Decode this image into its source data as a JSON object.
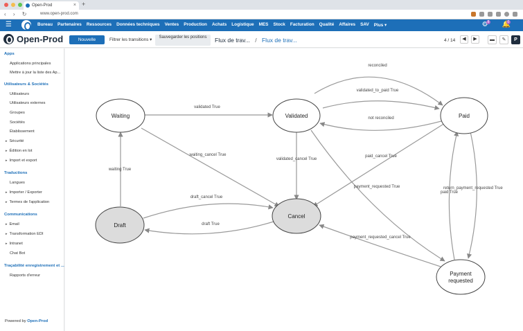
{
  "browser": {
    "tab_title": "Open-Prod",
    "url": "www.open-prod.com",
    "new_tab_glyph": "+",
    "close_glyph": "×"
  },
  "menu": {
    "items": [
      "Bureau",
      "Partenaires",
      "Ressources",
      "Données techniques",
      "Ventes",
      "Production",
      "Achats",
      "Logistique",
      "MES",
      "Stock",
      "Facturation",
      "Qualité",
      "Affaires",
      "SAV",
      "Plus ▾"
    ],
    "settings_badge": "8",
    "notifications_badge": "0"
  },
  "header": {
    "logo": "Open-Prod",
    "new_button": "Nouvelle",
    "filter_label": "Filtrer les transitions ▾",
    "save_positions": "Sauvegarder les positions",
    "breadcrumb_parent": "Flux de trav...",
    "breadcrumb_separator": "/",
    "breadcrumb_current": "Flux de trav...",
    "pager": "4 / 14"
  },
  "sidebar": {
    "sections": [
      {
        "title": "Apps",
        "items": [
          {
            "label": "Applications principales",
            "caret": false
          },
          {
            "label": "Mettre à jour la liste des Ap...",
            "caret": false
          }
        ]
      },
      {
        "title": "Utilisateurs & Sociétés",
        "items": [
          {
            "label": "Utilisateurs",
            "caret": false
          },
          {
            "label": "Utilisateurs externes",
            "caret": false
          },
          {
            "label": "Groupes",
            "caret": false
          },
          {
            "label": "Sociétés",
            "caret": false
          },
          {
            "label": "Établissement",
            "caret": false
          },
          {
            "label": "Sécurité",
            "caret": true
          },
          {
            "label": "Édition en lot",
            "caret": true
          },
          {
            "label": "Import et export",
            "caret": true
          }
        ]
      },
      {
        "title": "Traductions",
        "items": [
          {
            "label": "Langues",
            "caret": false
          },
          {
            "label": "Importer / Exporter",
            "caret": true
          },
          {
            "label": "Termes de l'application",
            "caret": true
          }
        ]
      },
      {
        "title": "Communications",
        "items": [
          {
            "label": "Email",
            "caret": true
          },
          {
            "label": "Transformation EDI",
            "caret": true
          },
          {
            "label": "Intranet",
            "caret": true
          },
          {
            "label": "Chat Bot",
            "caret": false
          }
        ]
      },
      {
        "title": "Traçabilité enregistrement et ...",
        "items": [
          {
            "label": "Rapports d'erreur",
            "caret": false
          }
        ]
      }
    ],
    "powered_prefix": "Powered by",
    "powered_brand": "Open-Prod"
  },
  "workflow": {
    "nodes": [
      {
        "id": "waiting",
        "label": "Waiting",
        "shaded": false
      },
      {
        "id": "validated",
        "label": "Validated",
        "shaded": false
      },
      {
        "id": "paid",
        "label": "Paid",
        "shaded": false
      },
      {
        "id": "draft",
        "label": "Draft",
        "shaded": true
      },
      {
        "id": "cancel",
        "label": "Cancel",
        "shaded": true
      },
      {
        "id": "payment_requested",
        "label": "Payment requested",
        "shaded": false
      }
    ],
    "edges": [
      {
        "id": "validated-true",
        "label": "validated True"
      },
      {
        "id": "reconciled",
        "label": "reconciled"
      },
      {
        "id": "validated-to-paid",
        "label": "validated_to_paid True"
      },
      {
        "id": "not-reconciled",
        "label": "not reconciled"
      },
      {
        "id": "waiting-cancel",
        "label": "waiting_cancel True"
      },
      {
        "id": "validated-cancel",
        "label": "validated_cancel True"
      },
      {
        "id": "paid-cancel",
        "label": "paid_cancel True"
      },
      {
        "id": "waiting-true",
        "label": "waiting True"
      },
      {
        "id": "draft-cancel",
        "label": "draft_cancel True"
      },
      {
        "id": "draft-true",
        "label": "draft True"
      },
      {
        "id": "payment-requested-true",
        "label": "payment_requested True"
      },
      {
        "id": "return-payment-requested",
        "label": "return_payment_requested True"
      },
      {
        "id": "paid-true",
        "label": "paid True"
      },
      {
        "id": "payment-requested-cancel",
        "label": "payment_requested_cancel True"
      }
    ]
  }
}
